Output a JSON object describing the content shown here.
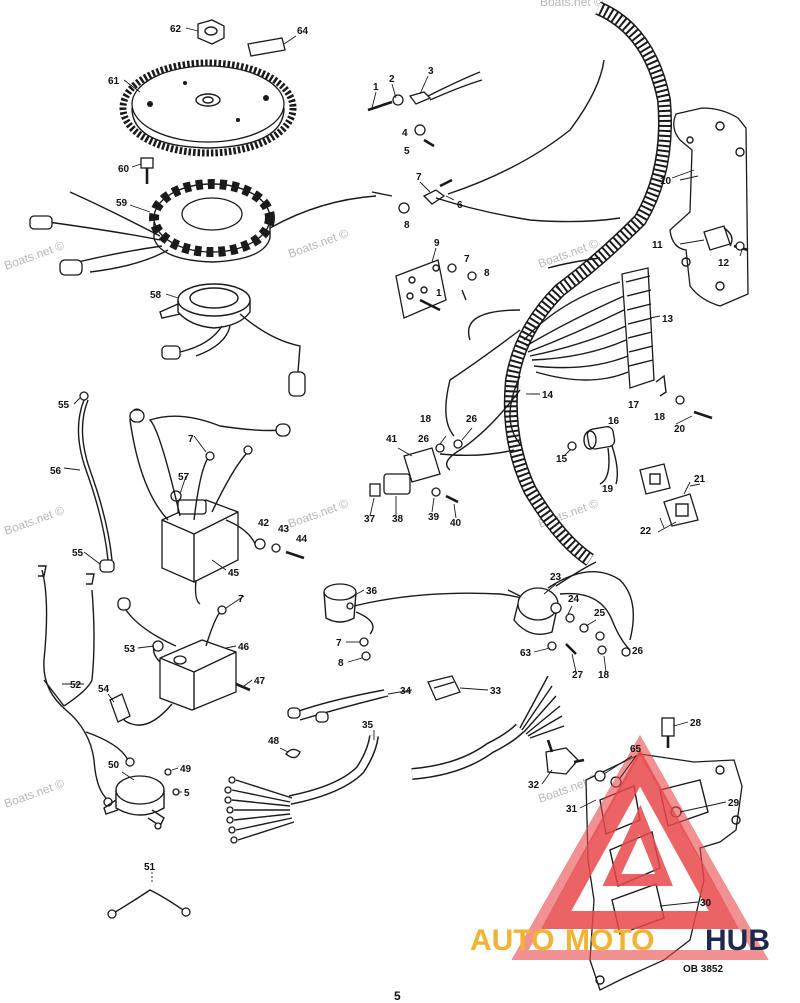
{
  "watermarks": [
    "Boats.net ©",
    "Boats.net ©",
    "Boats.net ©",
    "Boats.net ©",
    "Boats.net ©",
    "Boats.net ©",
    "Boats.net ©",
    "Boats.net ©",
    "Boats.net ©"
  ],
  "diagram_code": "OB 3852",
  "page_number": "5",
  "brand": {
    "part1": "AUTO",
    "part2": "MOTO",
    "part3": "HUB",
    "accent_color": "#f2b233",
    "triangle_color": "#e8484a",
    "dark_color": "#1e2a4d"
  },
  "callouts": {
    "c1": "1",
    "c2": "2",
    "c3": "3",
    "c4": "4",
    "c5": "5",
    "c6": "6",
    "c7": "7",
    "c8": "8",
    "c9": "9",
    "c10": "10",
    "c11": "11",
    "c12": "12",
    "c13": "13",
    "c14": "14",
    "c15": "15",
    "c16": "16",
    "c17": "17",
    "c18": "18",
    "c19": "19",
    "c20": "20",
    "c21": "21",
    "c22": "22",
    "c23": "23",
    "c24": "24",
    "c25": "25",
    "c26": "26",
    "c27": "27",
    "c28": "28",
    "c29": "29",
    "c30": "30",
    "c31": "31",
    "c32": "32",
    "c33": "33",
    "c34": "34",
    "c35": "35",
    "c36": "36",
    "c37": "37",
    "c38": "38",
    "c39": "39",
    "c40": "40",
    "c41": "41",
    "c42": "42",
    "c43": "43",
    "c44": "44",
    "c45": "45",
    "c46": "46",
    "c47": "47",
    "c48": "48",
    "c49": "49",
    "c50": "50",
    "c51": "51",
    "c52": "52",
    "c53": "53",
    "c54": "54",
    "c55": "55",
    "c56": "56",
    "c57": "57",
    "c58": "58",
    "c59": "59",
    "c60": "60",
    "c61": "61",
    "c62": "62",
    "c63": "63",
    "c64": "64",
    "c65": "65"
  }
}
